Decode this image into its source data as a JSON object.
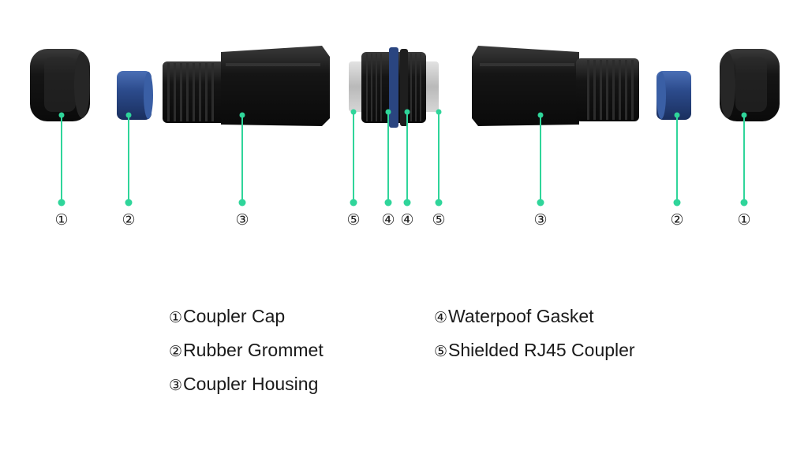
{
  "colors": {
    "leader_line": "#2fd59a",
    "part_black": "#1b1b1b",
    "grommet_blue": "#2f4f8f",
    "coupler_metal": "#c9c9c9"
  },
  "callouts": [
    "①",
    "②",
    "③",
    "⑤",
    "④",
    "④",
    "⑤",
    "③",
    "②",
    "①"
  ],
  "legend": [
    {
      "num": "①",
      "text": "Coupler Cap"
    },
    {
      "num": "②",
      "text": "Rubber Grommet"
    },
    {
      "num": "③",
      "text": "Coupler Housing"
    },
    {
      "num": "④",
      "text": "Waterpoof Gasket"
    },
    {
      "num": "⑤",
      "text": "Shielded RJ45 Coupler"
    }
  ]
}
